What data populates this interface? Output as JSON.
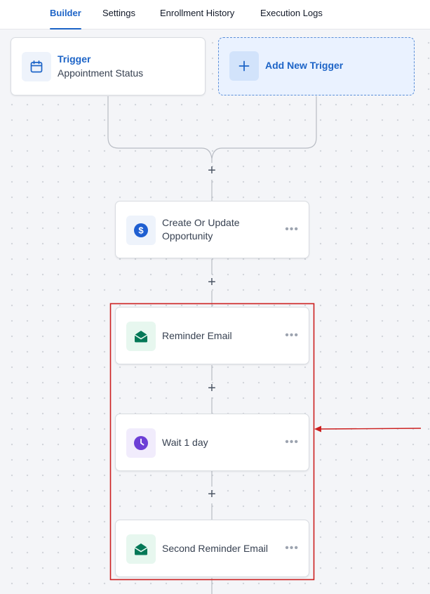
{
  "tabs": [
    {
      "label": "Builder",
      "active": true
    },
    {
      "label": "Settings",
      "active": false
    },
    {
      "label": "Enrollment History",
      "active": false
    },
    {
      "label": "Execution Logs",
      "active": false
    }
  ],
  "trigger": {
    "title": "Trigger",
    "subtitle": "Appointment Status",
    "icon": "calendar-icon"
  },
  "add_trigger": {
    "label": "Add New Trigger",
    "icon": "plus-icon"
  },
  "actions": [
    {
      "label": "Create Or Update Opportunity",
      "icon": "dollar-icon",
      "icon_color": "#1f5fd1",
      "icon_bg": "#eef3fb"
    },
    {
      "label": "Reminder Email",
      "icon": "envelope-icon",
      "icon_color": "#047857",
      "icon_bg": "#e7f7ef"
    },
    {
      "label": "Wait 1 day",
      "icon": "clock-icon",
      "icon_color": "#6d3fd6",
      "icon_bg": "#f1ecfc"
    },
    {
      "label": "Second Reminder Email",
      "icon": "envelope-icon",
      "icon_color": "#047857",
      "icon_bg": "#e7f7ef"
    }
  ],
  "more_glyph": "•••",
  "add_step_glyph": "+",
  "colors": {
    "accent": "#1d64c7",
    "highlight_box": "#cc1f1f",
    "connector": "#b8bcc4"
  }
}
